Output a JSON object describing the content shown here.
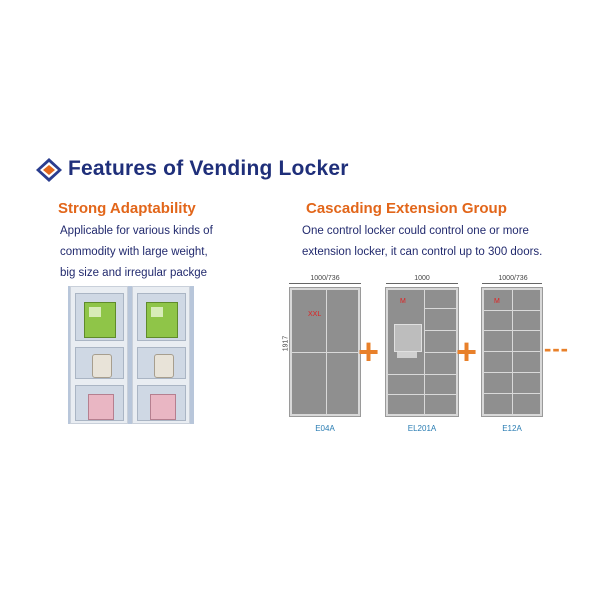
{
  "header": {
    "title": "Features of Vending Locker",
    "logo_icon": "blue-diamond-logo-icon"
  },
  "left": {
    "title": "Strong Adaptability",
    "lines": [
      "Applicable for various kinds of",
      "commodity with large weight,",
      "big size and irregular packge"
    ]
  },
  "right": {
    "title": "Cascading Extension Group",
    "lines": [
      "One control locker could control one or more",
      "extension locker, it can control up to 300 doors."
    ]
  },
  "lockers": [
    {
      "width": "1000/736",
      "height": "1917",
      "size": "XXL",
      "model": "E04A"
    },
    {
      "width": "1000",
      "size": "M",
      "model": "EL201A"
    },
    {
      "width": "1000/736",
      "size": "M",
      "model": "E12A"
    }
  ],
  "plus_symbol": "+",
  "more_symbol": "---",
  "colors": {
    "title_blue": "#1f2f7a",
    "accent_orange": "#e2661a",
    "model_blue": "#2a7db3"
  }
}
